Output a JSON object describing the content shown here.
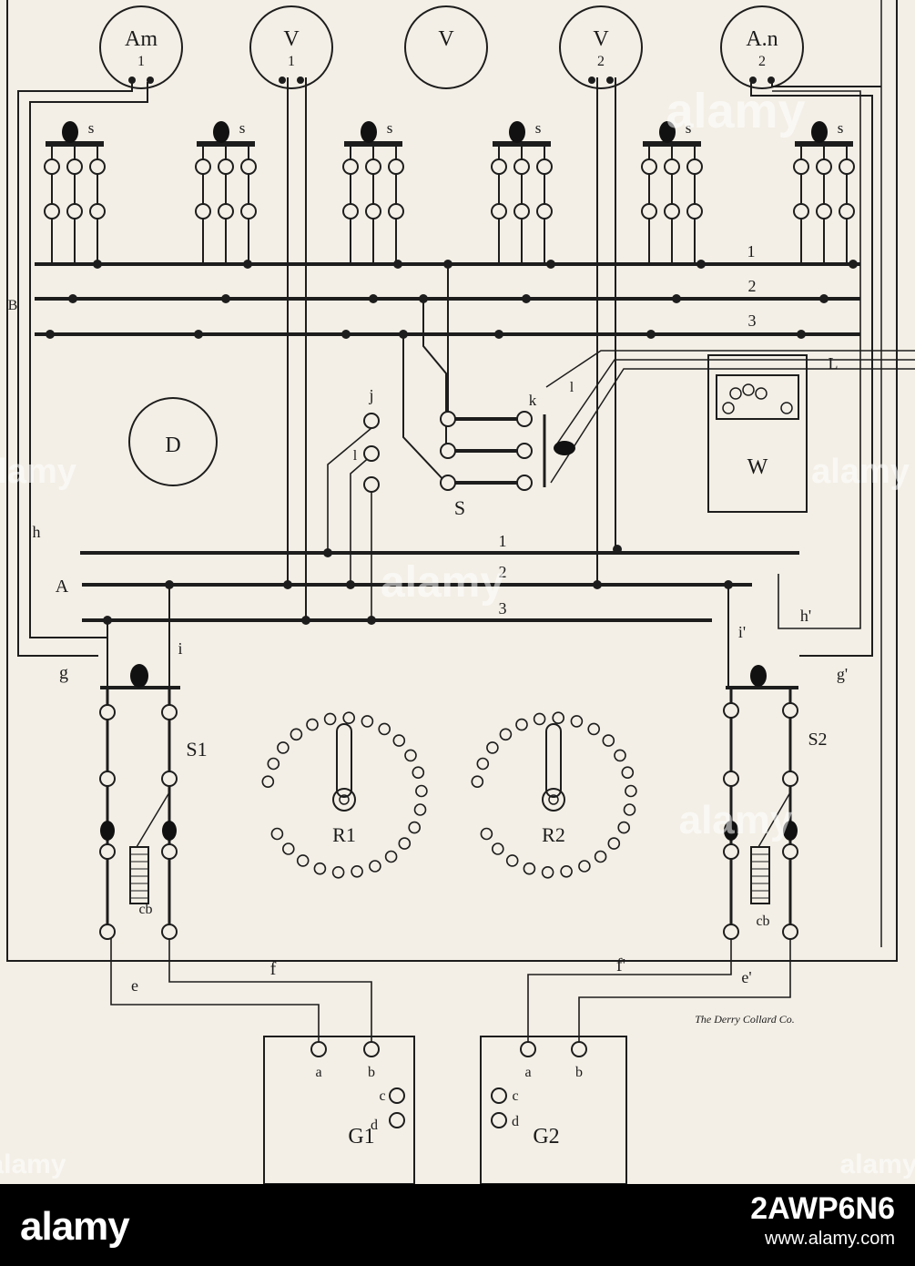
{
  "meters": [
    {
      "top": "Am",
      "bottom": "1"
    },
    {
      "top": "V",
      "bottom": "1"
    },
    {
      "top": "V",
      "bottom": ""
    },
    {
      "top": "V",
      "bottom": "2"
    },
    {
      "top": "A.n",
      "bottom": "2"
    }
  ],
  "switch_label": "s",
  "upper_bus_numbers": [
    "1",
    "2",
    "3"
  ],
  "lower_bus_numbers": [
    "1",
    "2",
    "3"
  ],
  "labels": {
    "D": "D",
    "W": "W",
    "L": "L",
    "k": "k",
    "l_prime": "l",
    "S": "S",
    "j": "j",
    "l": "l",
    "h": "h",
    "h_prime": "h'",
    "A": "A",
    "i": "i",
    "i_prime": "i'",
    "g": "g",
    "g_prime": "g'",
    "B": "B",
    "S1": "S1",
    "S2": "S2",
    "R1": "R1",
    "R2": "R2",
    "cb": "cb",
    "e": "e",
    "e_prime": "e'",
    "f": "f",
    "f_prime": "f'",
    "a": "a",
    "b": "b",
    "c": "c",
    "d": "d",
    "G1": "G1",
    "G2": "G2"
  },
  "credit": "The Derry Collard Co.",
  "watermark": "alamy",
  "footer": {
    "brand": "alamy",
    "image_id": "2AWP6N6",
    "url": "www.alamy.com"
  }
}
